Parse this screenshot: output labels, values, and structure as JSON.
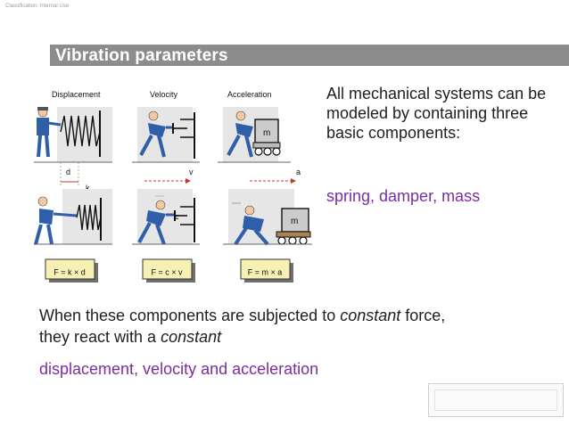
{
  "classification": "Classification: Internal Use",
  "title": "Vibration parameters",
  "figure": {
    "columns": [
      "Displacement",
      "Velocity",
      "Acceleration"
    ],
    "symbols": {
      "d": "d",
      "k": "k",
      "v": "v",
      "a": "a",
      "c": "c",
      "m_top": "m",
      "m_bottom": "m"
    },
    "formulas": [
      "F = k × d",
      "F = c × v",
      "F = m × a"
    ]
  },
  "right_panel": {
    "intro": "All mechanical systems can be modeled by containing three basic components:",
    "components": "spring, damper, mass"
  },
  "bottom": {
    "line1_pre": "When these components are subjected to ",
    "line1_em": "constant",
    "line1_post": " force,",
    "line2_pre": "they react with a ",
    "line2_em": "constant",
    "result": "displacement, velocity and acceleration"
  }
}
